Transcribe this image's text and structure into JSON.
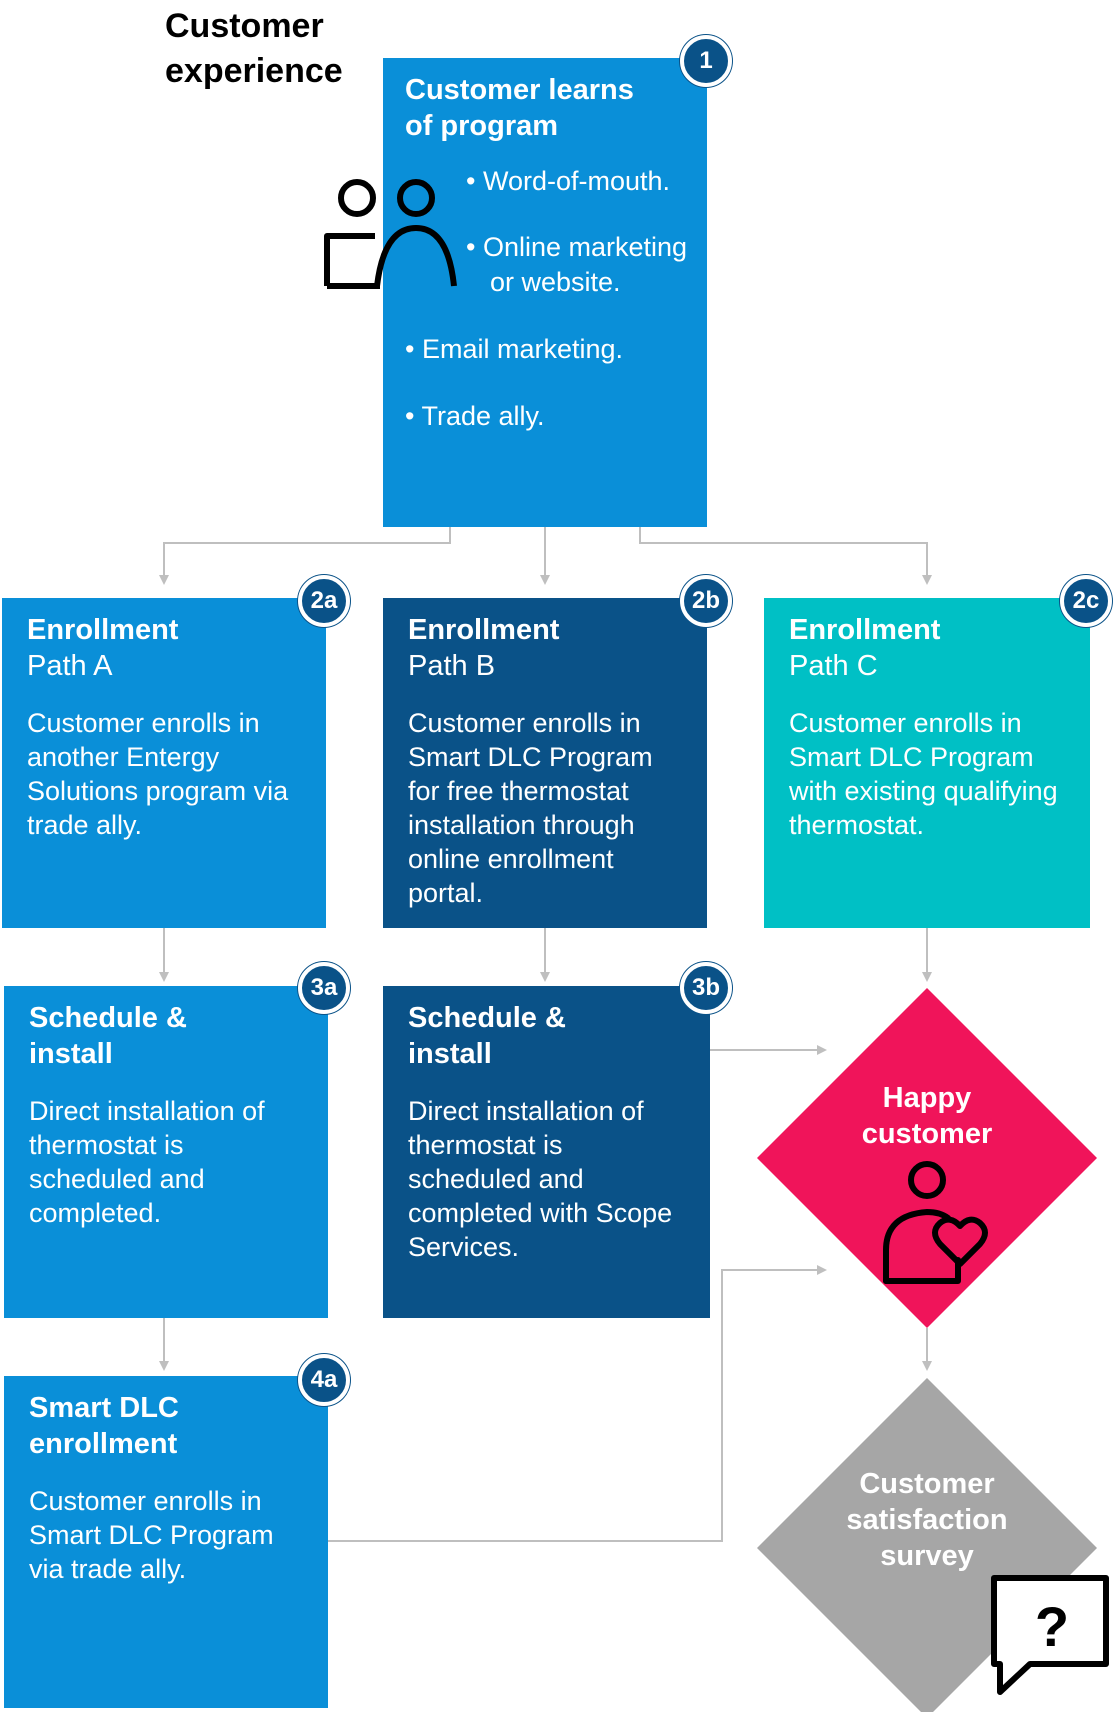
{
  "header": {
    "title_line1": "Customer",
    "title_line2": "experience"
  },
  "step1": {
    "badge": "1",
    "title_line1": "Customer learns",
    "title_line2": "of program",
    "bullets": [
      "Word-of-mouth.",
      "Online marketing",
      "or website.",
      "Email marketing.",
      "Trade ally."
    ]
  },
  "path_a": {
    "badge": "2a",
    "title": "Enrollment",
    "subtitle": "Path A",
    "desc": [
      "Customer enrolls in",
      "another Entergy",
      "Solutions program via",
      "trade ally."
    ]
  },
  "path_b": {
    "badge": "2b",
    "title": "Enrollment",
    "subtitle": "Path B",
    "desc": [
      "Customer enrolls in",
      "Smart DLC Program",
      "for free thermostat",
      "installation through",
      "online enrollment",
      "portal."
    ]
  },
  "path_c": {
    "badge": "2c",
    "title": "Enrollment",
    "subtitle": "Path C",
    "desc": [
      "Customer enrolls in",
      "Smart DLC Program",
      "with existing qualifying",
      "thermostat."
    ]
  },
  "install_a": {
    "badge": "3a",
    "title_line1": "Schedule &",
    "title_line2": "install",
    "desc": [
      "Direct installation of",
      "thermostat is",
      "scheduled and",
      "completed."
    ]
  },
  "install_b": {
    "badge": "3b",
    "title_line1": "Schedule &",
    "title_line2": "install",
    "desc": [
      "Direct installation of",
      "thermostat is",
      "scheduled and",
      "completed with Scope",
      "Services."
    ]
  },
  "dlc_a": {
    "badge": "4a",
    "title_line1": "Smart DLC",
    "title_line2": "enrollment",
    "desc": [
      "Customer enrolls in",
      "Smart DLC Program",
      "via trade ally."
    ]
  },
  "happy": {
    "line1": "Happy",
    "line2": "customer"
  },
  "survey": {
    "line1": "Customer",
    "line2": "satisfaction",
    "line3": "survey",
    "icon_glyph": "?"
  },
  "colors": {
    "mid_blue": "#0a8fd8",
    "dark_blue": "#0a5288",
    "teal": "#00c0c5",
    "pink": "#f0145a",
    "gray": "#a6a6a6",
    "connector": "#bfbfbf"
  }
}
